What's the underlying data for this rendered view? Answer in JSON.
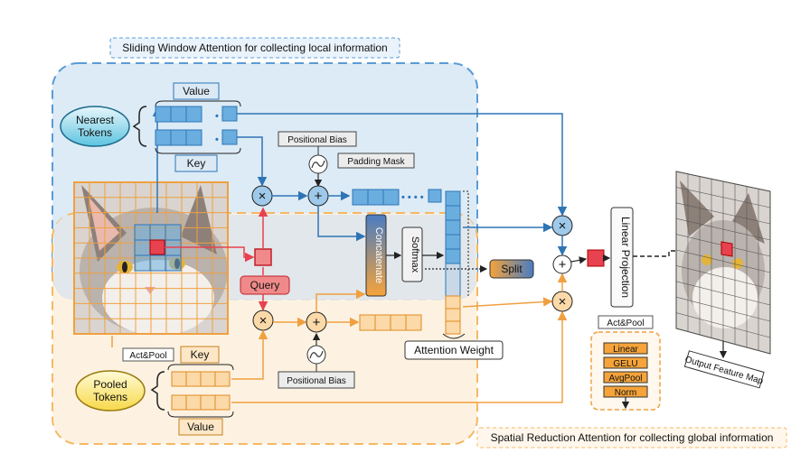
{
  "labels": {
    "top_title": "Sliding Window Attention for collecting local information",
    "bottom_title": "Spatial Reduction Attention for collecting global information",
    "nearest_tokens": [
      "Nearest",
      "Tokens"
    ],
    "pooled_tokens": [
      "Pooled",
      "Tokens"
    ],
    "value_top": "Value",
    "key_top": "Key",
    "key_bottom": "Key",
    "value_bottom": "Value",
    "act_pool_left": "Act&Pool",
    "positional_bias_top": "Positional Bias",
    "positional_bias_bottom": "Positional Bias",
    "padding_mask": "Padding Mask",
    "query": "Query",
    "concatenate": "Concatenate",
    "softmax": "Softmax",
    "split": "Split",
    "attention_weight": "Attention Weight",
    "linear_projection": "Linear Projection",
    "output_feature_map": "Output Feature Map",
    "act_pool_right": "Act&Pool",
    "mlp_linear": "Linear",
    "mlp_gelu": "GELU",
    "mlp_avgpool": "AvgPool",
    "mlp_norm": "Norm",
    "dots": "• • • ■"
  },
  "symbols": {
    "multiply": "×",
    "plus": "+"
  },
  "colors": {
    "blue_region": "#d6e8f5",
    "blue_border": "#5b9bd5",
    "orange_region": "#fdf0dc",
    "orange_border": "#f5b863",
    "blue_cell": "#6aaee0",
    "orange_cell": "#fbd9a8",
    "red": "#e8414f",
    "query_fill": "#f08a8a"
  }
}
